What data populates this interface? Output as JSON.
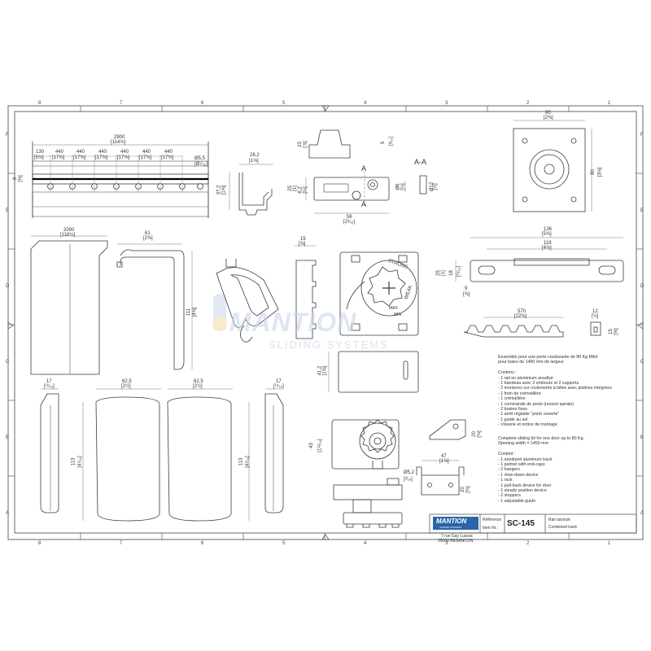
{
  "sheet": {
    "columns": [
      "8",
      "7",
      "6",
      "5",
      "4",
      "3",
      "2",
      "1"
    ],
    "rows": [
      "F",
      "E",
      "D",
      "C",
      "B",
      "A"
    ]
  },
  "dims": {
    "rail_length": "2900",
    "rail_length_in": "[114⅛]",
    "pitch_first": "130",
    "pitch_first_in": "[5⅛]",
    "pitch": "440",
    "pitch_in": "[17⅜]",
    "hole_dia": "Ø5,5",
    "hole_dia_in": "[Ø⁷⁄₃₂]",
    "rail_height": "9",
    "rail_height_in": "[⅜]",
    "profile_width": "28,2",
    "profile_width_in": "[1⅛]",
    "profile_height": "37,2",
    "profile_height_in": "[1⅝]",
    "fascia_length": "2000",
    "fascia_length_in": "[118⅛]",
    "fascia_depth": "61",
    "fascia_depth_in": "[2⅜]",
    "fascia_height": "111",
    "fascia_height_in": "[4⅜]",
    "cap_width": "17",
    "cap_width_in": "[¹¹⁄₁₆]",
    "cap_depth": "62,5",
    "cap_depth_in": "[2½]",
    "cap_height": "113",
    "cap_height_in": "[4⁷⁄₁₆]",
    "stop_h1": "23",
    "stop_h1_in": "[⅞]",
    "stop_h2": "5",
    "stop_h2_in": "[³⁄₁₆]",
    "stop_h3": "25",
    "stop_h3_in": "[1]",
    "stop_h4": "6,2",
    "stop_h4_in": "[¼]",
    "stop_len": "56",
    "stop_len_in": "[2³⁄₁₆]",
    "section_label": "A-A",
    "section_a": "A",
    "sec_d1": "Ø6",
    "sec_d1_in": "[¼]",
    "sec_d2": "Ø12",
    "sec_d2_in": "[½]",
    "plate_w": "60",
    "plate_w_in": "[2⅜]",
    "plate_h": "80",
    "plate_h_in": "[3⅛]",
    "guide_l1": "136",
    "guide_l1_in": "[5⅜]",
    "guide_l2": "118",
    "guide_l2_in": "[4⅝]",
    "guide_h1": "25",
    "guide_h1_in": "[1]",
    "guide_h2": "18",
    "guide_h2_in": "[¹¹⁄₁₆]",
    "guide_h3": "9",
    "guide_h3_in": "[⅜]",
    "damper_w": "15",
    "damper_w_in": "[⅝]",
    "box_h": "41,2",
    "box_h_in": "[1⅝]",
    "rack_len": "570",
    "rack_len_in": "[22⅜]",
    "rack_h1": "12",
    "rack_h1_in": "[½]",
    "rack_h2": "15",
    "rack_h2_in": "[⅝]",
    "pinion_h": "43",
    "pinion_h_in": "[1¹¹⁄₁₆]",
    "wedge_h": "20",
    "wedge_h_in": "[¾]",
    "bracket_w": "47",
    "bracket_w_in": "[1⅞]",
    "bracket_d": "Ø5,2",
    "bracket_d_in": "[³⁄₁₆]",
    "bracket_h": "20",
    "bracket_h_in": "[¾]"
  },
  "wheel_text": [
    "STRONG",
    "WEAK",
    "MAX",
    "MIN"
  ],
  "notes_fr": {
    "title": [
      "Ensemble pour une porte coulissante de 80 Kg MAX",
      "pour baies de 1450 mm de largeur"
    ],
    "contents_label": "Contenu :",
    "items": [
      "- 1 rail en aluminium anodisé",
      "- 1 bandeau avec 2 embouts et 2 supports",
      "- 2 montures sur roulements à billes avec platines intégrées",
      "- 1 frein de crémaillère",
      "- 1 crémaillère",
      "- 1 commande de porte (ressort spirale)",
      "- 2 butées fixes",
      "- 1 arrêt réglable \"porte ouverte\"",
      "- 1 guide au sol",
      "- Visserie et notice de montage"
    ]
  },
  "notes_en": {
    "title": [
      "Complete sliding kit for one door up to 80 Kg.",
      "Opening width = 1450 mm"
    ],
    "contents_label": "Content :",
    "items": [
      "- 1 anodized aluminum track",
      "- 1 pelmet with end-caps",
      "- 2 hangers",
      "- 1 slow-down device",
      "- 1 rack",
      "- 1 pull-back device for door",
      "- 1 steady position device",
      "- 2 stoppers",
      "- 1 adjustable guide"
    ]
  },
  "title_block": {
    "brand": "MANTION",
    "brand_sub": "SLIDING SYSTEMS",
    "address_1": "7 rue Gay Lussac",
    "address_2": "25000 BESANCON",
    "ref_label": "Référence",
    "item_label": "Item Nr.:",
    "ref": "SC-145",
    "desc_fr": "Rail associé",
    "desc_en": "Combined track"
  },
  "watermark": "MANTION",
  "watermark_sub": "SLIDING SYSTEMS",
  "colors": {
    "line": "#3a3a3a",
    "dim": "#666666",
    "brand": "#2a64a8",
    "watermark": "#c9d6ea"
  }
}
